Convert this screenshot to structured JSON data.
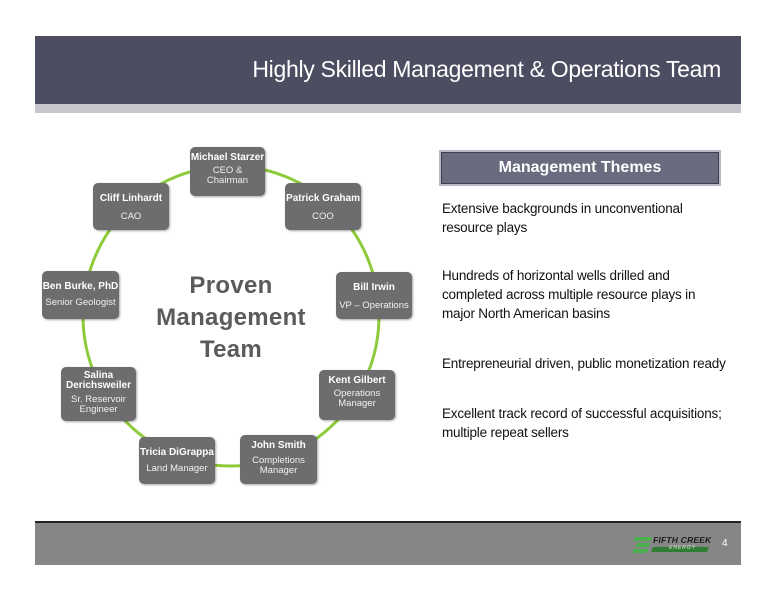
{
  "header": {
    "title": "Highly Skilled Management & Operations Team"
  },
  "center": {
    "line1": "Proven",
    "line2": "Management",
    "line3": "Team"
  },
  "team": [
    {
      "name": "Michael Starzer",
      "role": "CEO &\nChairman"
    },
    {
      "name": "Patrick Graham",
      "role": "COO"
    },
    {
      "name": "Bill Irwin",
      "role": "VP – Operations"
    },
    {
      "name": "Kent Gilbert",
      "role": "Operations\nManager"
    },
    {
      "name": "John Smith",
      "role": "Completions\nManager"
    },
    {
      "name": "Tricia DiGrappa",
      "role": "Land Manager"
    },
    {
      "name": "Salina\nDerichsweiler",
      "role": "Sr. Reservoir\nEngineer"
    },
    {
      "name": "Ben Burke, PhD",
      "role": "Senior Geologist"
    },
    {
      "name": "Cliff Linhardt",
      "role": "CAO"
    }
  ],
  "themes": {
    "title": "Management Themes",
    "items": [
      "Extensive backgrounds in unconventional resource plays",
      "Hundreds of horizontal wells drilled and completed across multiple resource plays in major North American basins",
      "Entrepreneurial driven, public monetization ready",
      "Excellent track record of successful acquisitions; multiple repeat sellers"
    ]
  },
  "footer": {
    "logo_text": "FIFTH CREEK",
    "logo_sub": "ENERGY",
    "page_number": "4"
  },
  "colors": {
    "header_band": "#4d4d62",
    "node_fill": "#6d6d6f",
    "ring_green": "#8ecb3c",
    "footer_band": "#868686",
    "logo_green": "#4caf50"
  }
}
